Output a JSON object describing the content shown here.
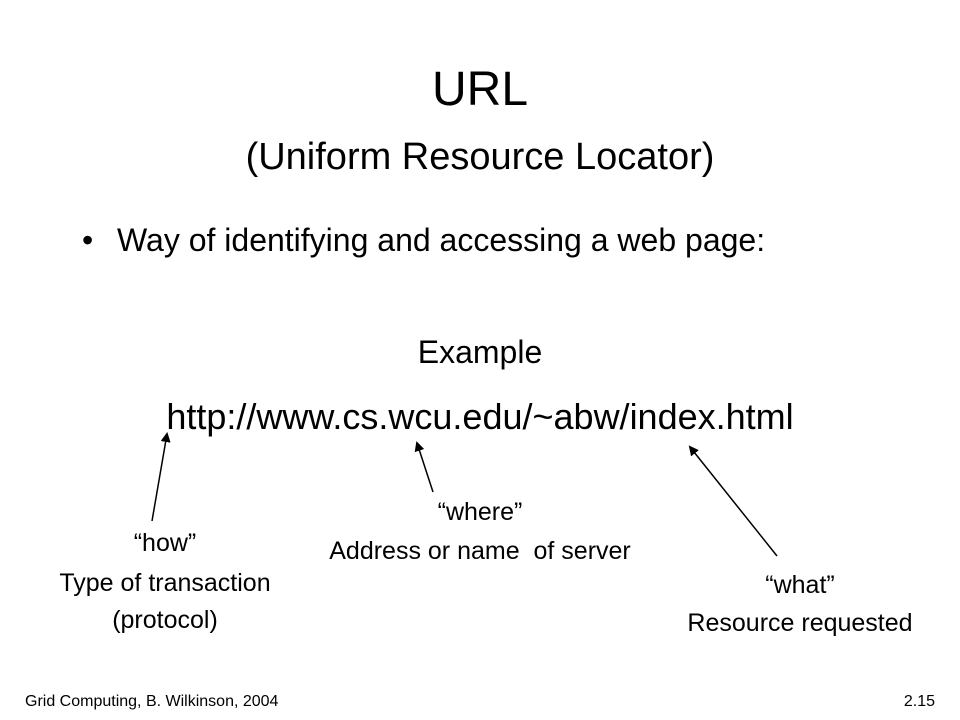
{
  "slide": {
    "title": "URL",
    "subtitle": "(Uniform Resource Locator)",
    "bullet_symbol": "•",
    "bullet_text": "Way of identifying and accessing a web page:",
    "example_label": "Example",
    "example_url": "http://www.cs.wcu.edu/~abw/index.html"
  },
  "annotations": {
    "how": {
      "quote": "“how”",
      "line1": "Type of transaction",
      "line2": "(protocol)"
    },
    "where": {
      "quote": "“where”",
      "line1": "Address or name  of server"
    },
    "what": {
      "quote": "“what”",
      "line1": "Resource requested"
    }
  },
  "footer": {
    "left": "Grid Computing, B. Wilkinson, 2004",
    "right": "2.15"
  },
  "colors": {
    "text": "#000000",
    "background": "#ffffff"
  }
}
